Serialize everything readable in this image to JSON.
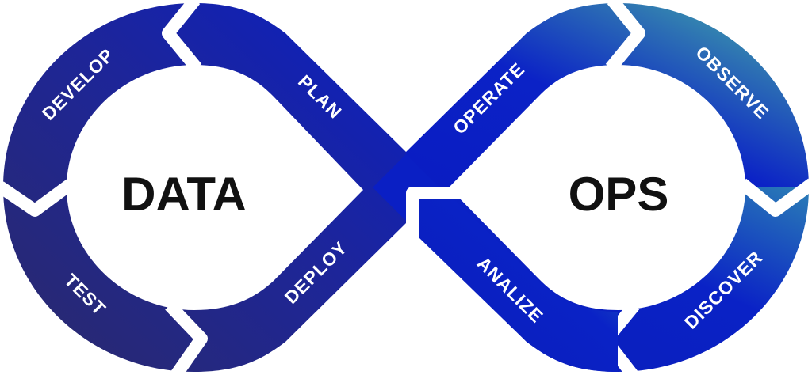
{
  "diagram": {
    "type": "infinity-loop",
    "title_left": "DATA",
    "title_right": "OPS",
    "colors": {
      "left_start": "#2a2a6e",
      "left_mid": "#1c2a9e",
      "center": "#0a1fc4",
      "right_bright": "#0a22c8",
      "right_teal": "#3fb0a6",
      "separator": "#ffffff",
      "center_text": "#111111",
      "stage_text": "#ffffff"
    },
    "stages": [
      {
        "id": "plan",
        "label": "PLAN",
        "loop": "left"
      },
      {
        "id": "develop",
        "label": "DEVELOP",
        "loop": "left"
      },
      {
        "id": "test",
        "label": "TEST",
        "loop": "left"
      },
      {
        "id": "deploy",
        "label": "DEPLOY",
        "loop": "left"
      },
      {
        "id": "operate",
        "label": "OPERATE",
        "loop": "right"
      },
      {
        "id": "observe",
        "label": "OBSERVE",
        "loop": "right"
      },
      {
        "id": "discover",
        "label": "DISCOVER",
        "loop": "right"
      },
      {
        "id": "analize",
        "label": "ANALIZE",
        "loop": "right"
      }
    ]
  }
}
